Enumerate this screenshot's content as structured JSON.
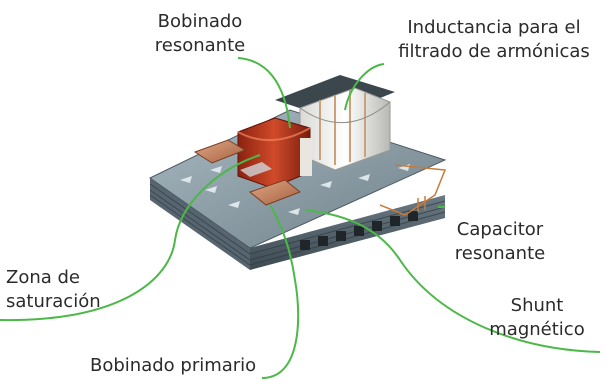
{
  "labels": {
    "resonant_winding": {
      "line1": "Bobinado",
      "line2": "resonante"
    },
    "harmonic_filter_inductance": {
      "line1": "Inductancia para el",
      "line2": "filtrado de armónicas"
    },
    "resonant_capacitor": {
      "line1": "Capacitor",
      "line2": "resonante"
    },
    "saturation_zone": {
      "line1": "Zona de",
      "line2": "saturación"
    },
    "magnetic_shunt": {
      "line1": "Shunt",
      "line2": "magnético"
    },
    "primary_winding": {
      "line1": "Bobinado primario"
    }
  },
  "colors": {
    "leader_line": "#4cb848",
    "text": "#2b2b2b",
    "core_top": "#8fa2ad",
    "core_side": "#5d6d78",
    "copper": "#b5361c",
    "primary_coil": "#c98b6a",
    "capacitor_wire": "#c97a3a"
  }
}
